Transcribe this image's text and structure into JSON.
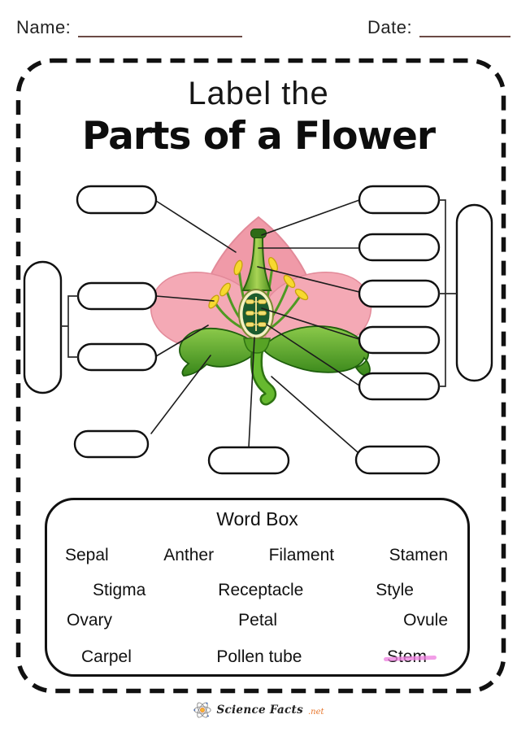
{
  "header": {
    "name_label": "Name:",
    "date_label": "Date:"
  },
  "title": {
    "line1": "Label the",
    "line2": "Parts of a Flower"
  },
  "diagram": {
    "blank_labels_count": 13,
    "colors": {
      "petal_pink": "#F2A2AF",
      "petal_outline": "#E28A99",
      "sepal_green_light": "#8BC94A",
      "sepal_green_dark": "#38871A",
      "leaf_outline": "#1E5E0C",
      "stem_green": "#66B92F",
      "ovary_dark_green": "#1D5C2E",
      "ovary_ring_cream": "#F5F1C2",
      "ovule_yellow": "#F2DE6E",
      "anther_yellow": "#F7D92F",
      "anther_outline": "#C7A010",
      "pointer_line": "#1C1C1C",
      "underline_brown": "#6B4A44",
      "strikethrough_pink": "#EE82E0",
      "brand_orange": "#E8762C"
    }
  },
  "word_box": {
    "title": "Word Box",
    "rows": [
      [
        "Sepal",
        "Anther",
        "Filament",
        "Stamen"
      ],
      [
        "Stigma",
        "Receptacle",
        "Style"
      ],
      [
        "Ovary",
        "Petal",
        "Ovule"
      ],
      [
        "Carpel",
        "Pollen tube",
        "Stem"
      ]
    ],
    "crossed_out_word": "Stem"
  },
  "footer": {
    "brand": "Science Facts",
    "suffix": ".net"
  }
}
